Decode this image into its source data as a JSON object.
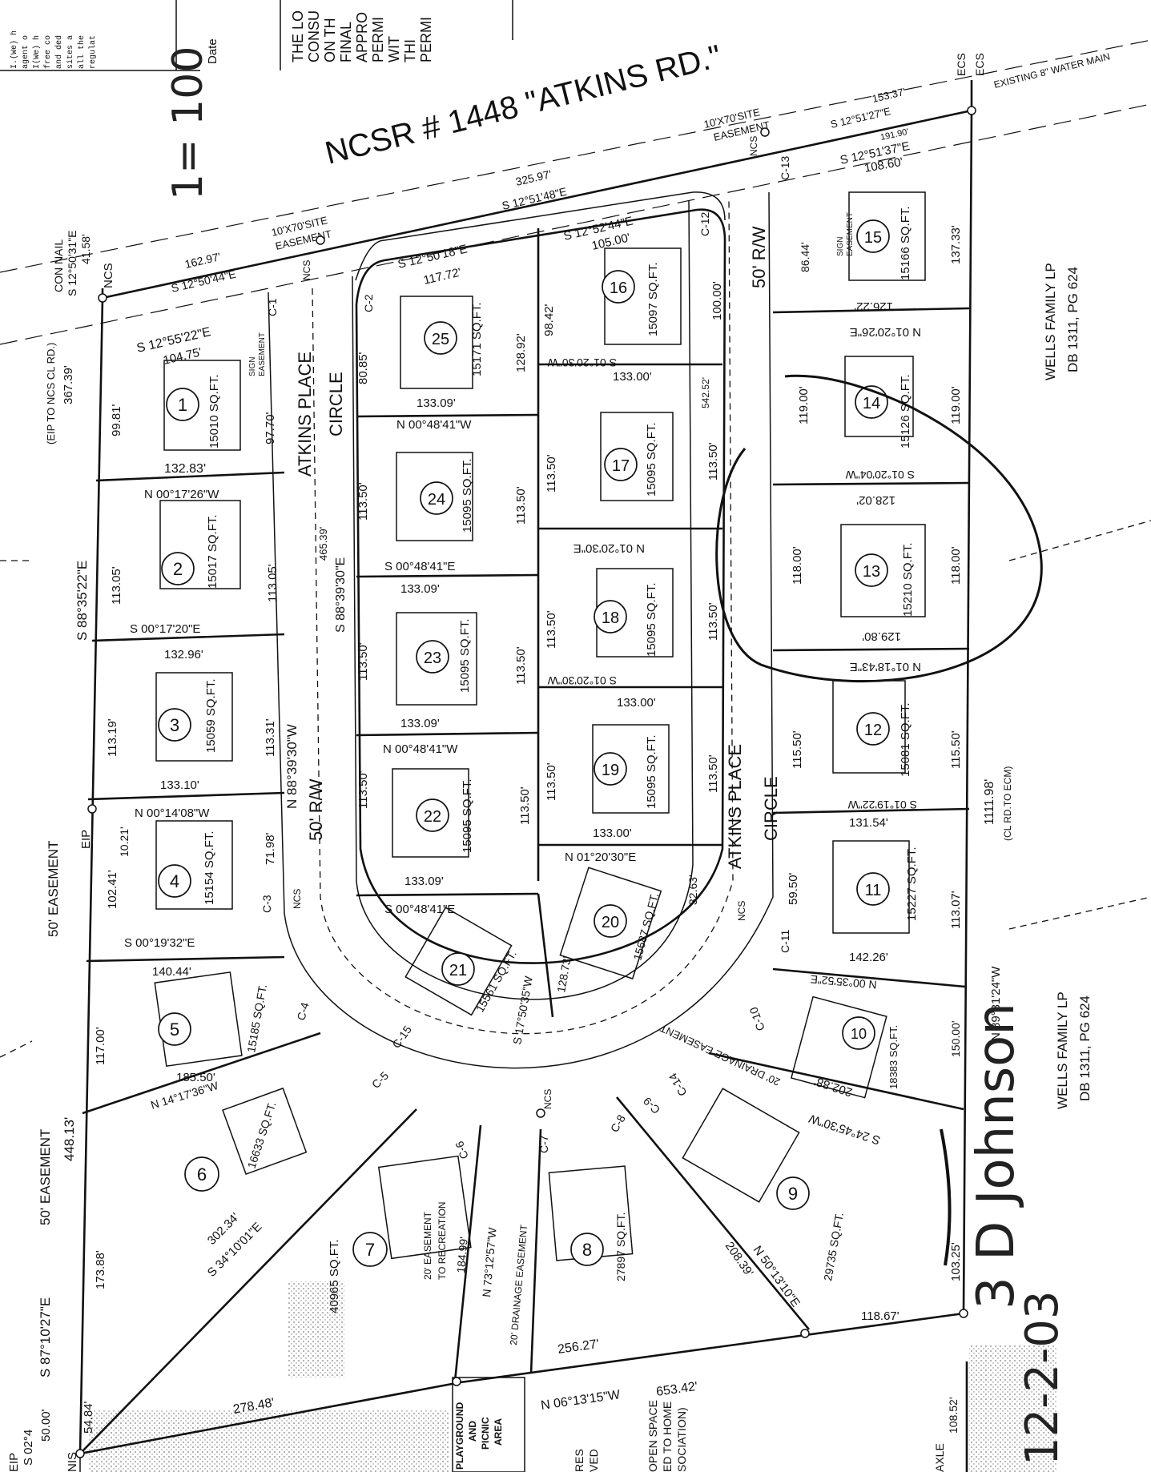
{
  "road": {
    "title": "NCSR # 1448 \"ATKINS RD.\"",
    "water": "EXISTING 8\" WATER MAIN"
  },
  "top_notes": {
    "left": [
      "I.(We) h",
      "agent o",
      "I(We) h",
      "free co",
      "and ded",
      "sites a",
      "all the",
      "regulat"
    ],
    "date": "Date",
    "consult": [
      "THE LO",
      "CONSU",
      "ON TH",
      "FINAL",
      "APPRO",
      "PERMI",
      "WIT",
      "THI",
      "PERMI"
    ]
  },
  "handwritten": {
    "scale": "1= 100",
    "signature": "3 D Johnson",
    "date": "12-2-03"
  },
  "street": {
    "name_a": "ATKINS PLACE",
    "name_b": "CIRCLE",
    "rw": "50' R/W",
    "rw_b": "50' R/W"
  },
  "easements": {
    "site_a": [
      "10'X70'SITE",
      "EASEMENT"
    ],
    "site_b": [
      "10'X70'SITE",
      "EASEMENT"
    ],
    "fifty_a": "50' EASEMENT",
    "fifty_b": "50' EASEMENT",
    "drain_a": "20' DRAINAGE EASEMENT",
    "drain_b": "20' DRAINAGE EASEMENT",
    "rec": [
      "20' EASEMENT",
      "TO RECREATION"
    ],
    "sign": [
      "SIGN",
      "EASEMENT"
    ]
  },
  "neighbor": {
    "name": "WELLS FAMILY LP",
    "deed": "DB 1311, PG 624"
  },
  "markers": {
    "ncs": "NCS",
    "eip": "EIP",
    "nis": "NIS",
    "ecs": "ECS",
    "con_nail": "CON NAIL"
  },
  "bearings": {
    "front": [
      "S 12°50'31\"E",
      "41.58'",
      "162.97'",
      "S 12°50'44\"E",
      "325.97'",
      "S 12°51'48\"E",
      "153.37'",
      "S 12°51'27\"E"
    ],
    "west": [
      "S 88°35'22\"E",
      "448.13'",
      "S 87°10'27\"E",
      "N 88°39'30\"W",
      "465.39'",
      "S 88°39'30\"E"
    ],
    "east": [
      "1111.98'",
      "(CL RD.TO ECM)",
      "N 89°31'24\"W",
      "542.52'"
    ],
    "ref": [
      "(EIP TO NCS CL RD.)",
      "367.39'"
    ],
    "south": [
      "N 06°13'15\"W",
      "653.42'",
      "256.27'",
      "278.48'",
      "S 02°4",
      "50.00'",
      "54.84'",
      "N 73°12'57\"W",
      "184.99'"
    ]
  },
  "lots": [
    {
      "n": "1",
      "sqft": "15010 SQ.FT."
    },
    {
      "n": "2",
      "sqft": "15017 SQ.FT."
    },
    {
      "n": "3",
      "sqft": "15059 SQ.FT."
    },
    {
      "n": "4",
      "sqft": "15154 SQ.FT."
    },
    {
      "n": "5",
      "sqft": "15185 SQ.FT."
    },
    {
      "n": "6",
      "sqft": "16633 SQ.FT."
    },
    {
      "n": "7",
      "sqft": "40965 SQ.FT."
    },
    {
      "n": "8",
      "sqft": "27897 SQ.FT."
    },
    {
      "n": "9",
      "sqft": "29735 SQ.FT."
    },
    {
      "n": "10",
      "sqft": "18383 SQ.FT."
    },
    {
      "n": "11",
      "sqft": "15227 SQ.FT."
    },
    {
      "n": "12",
      "sqft": "15081 SQ.FT."
    },
    {
      "n": "13",
      "sqft": "15210 SQ.FT."
    },
    {
      "n": "14",
      "sqft": "15126 SQ.FT."
    },
    {
      "n": "15",
      "sqft": "15166 SQ.FT."
    },
    {
      "n": "16",
      "sqft": "15097 SQ.FT."
    },
    {
      "n": "17",
      "sqft": "15095 SQ.FT."
    },
    {
      "n": "18",
      "sqft": "15095 SQ.FT."
    },
    {
      "n": "19",
      "sqft": "15095 SQ.FT."
    },
    {
      "n": "20",
      "sqft": "15687 SQ.FT."
    },
    {
      "n": "21",
      "sqft": "15561 SQ.FT."
    },
    {
      "n": "22",
      "sqft": "15095 SQ.FT."
    },
    {
      "n": "23",
      "sqft": "15095 SQ.FT."
    },
    {
      "n": "24",
      "sqft": "15095 SQ.FT."
    },
    {
      "n": "25",
      "sqft": "15171 SQ.FT."
    }
  ],
  "dims": {
    "l1": [
      "104.75'",
      "99.81'",
      "132.83'",
      "97.70'",
      "S 12°55'22\"E"
    ],
    "l2": [
      "N 00°17'26\"W",
      "113.05'",
      "113.05'",
      "S 00°17'20\"E"
    ],
    "l3": [
      "132.96'",
      "113.19'",
      "113.31'",
      "133.10'"
    ],
    "l4": [
      "N 00°14'08\"W",
      "102.41'",
      "71.98'",
      "S 00°19'32\"E",
      "10.21'"
    ],
    "l5": [
      "140.44'",
      "117.00'",
      "185.50'",
      "N 14°17'36\"W"
    ],
    "l6": [
      "302.34'",
      "S 34°10'01\"E",
      "173.88'"
    ],
    "l9": [
      "208.39'",
      "N 50°13'10\"E",
      "118.67'",
      "103.25'"
    ],
    "l10": [
      "202.88'",
      "S 24°45'30\"W",
      "N 00°35'52\"E",
      "150.00'"
    ],
    "l11": [
      "142.26'",
      "113.07'",
      "59.50'",
      "131.54'"
    ],
    "l12": [
      "115.50'",
      "115.50'",
      "S 01°19'22\"W"
    ],
    "l13": [
      "118.00'",
      "118.00'",
      "129.80'",
      "N 01°18'43\"E",
      "128.02'"
    ],
    "l14": [
      "119.00'",
      "119.00'",
      "S 01°20'04\"W"
    ],
    "l15": [
      "126.22'",
      "N 01°20'26\"E",
      "137.33'",
      "86.44'",
      "108.60'",
      "S 12°51'37\"E",
      "191.90'"
    ],
    "l16": [
      "S 12°52'44\"E",
      "105.00'",
      "98.42'",
      "100.00'",
      "S 01°20'30\"W"
    ],
    "l17": [
      "133.00'",
      "113.50'",
      "113.50'"
    ],
    "l18": [
      "N 01°20'30\"E",
      "113.50'",
      "113.50'",
      "S 01°20'30\"W"
    ],
    "l19": [
      "133.00'",
      "113.50'",
      "113.50'",
      "133.00'"
    ],
    "l20": [
      "N 01°20'30\"E",
      "32.63'",
      "128.73'",
      "S 17°50'35\"W"
    ],
    "l22": [
      "N 00°48'41\"W",
      "133.09'",
      "113.50'",
      "113.50'",
      "133.09'"
    ],
    "l23": [
      "133.09'",
      "113.50'",
      "113.50'",
      "133.09'"
    ],
    "l24": [
      "N 00°48'41\"W",
      "113.50'",
      "113.50'",
      "S 00°48'41\"E"
    ],
    "l25": [
      "S 12°50'18\"E",
      "117.72'",
      "80.85'",
      "128.92'",
      "133.09'"
    ],
    "l21": [
      "S 00°48'41\"E"
    ]
  },
  "curves": [
    "C-1",
    "C-2",
    "C-3",
    "C-4",
    "C-5",
    "C-6",
    "C-7",
    "C-8",
    "C-9",
    "C-10",
    "C-11",
    "C-12",
    "C-13",
    "C-14",
    "C-15"
  ],
  "bottom": {
    "play": [
      "PLAYGROUND",
      "AND",
      "PICNIC",
      "AREA"
    ],
    "open": [
      "OPEN SPACE",
      "ED TO HOME",
      "SOCIATION)"
    ],
    "res": [
      "RES",
      "VED"
    ],
    "axle": "AXLE",
    "axle_dim": "108.52'"
  }
}
